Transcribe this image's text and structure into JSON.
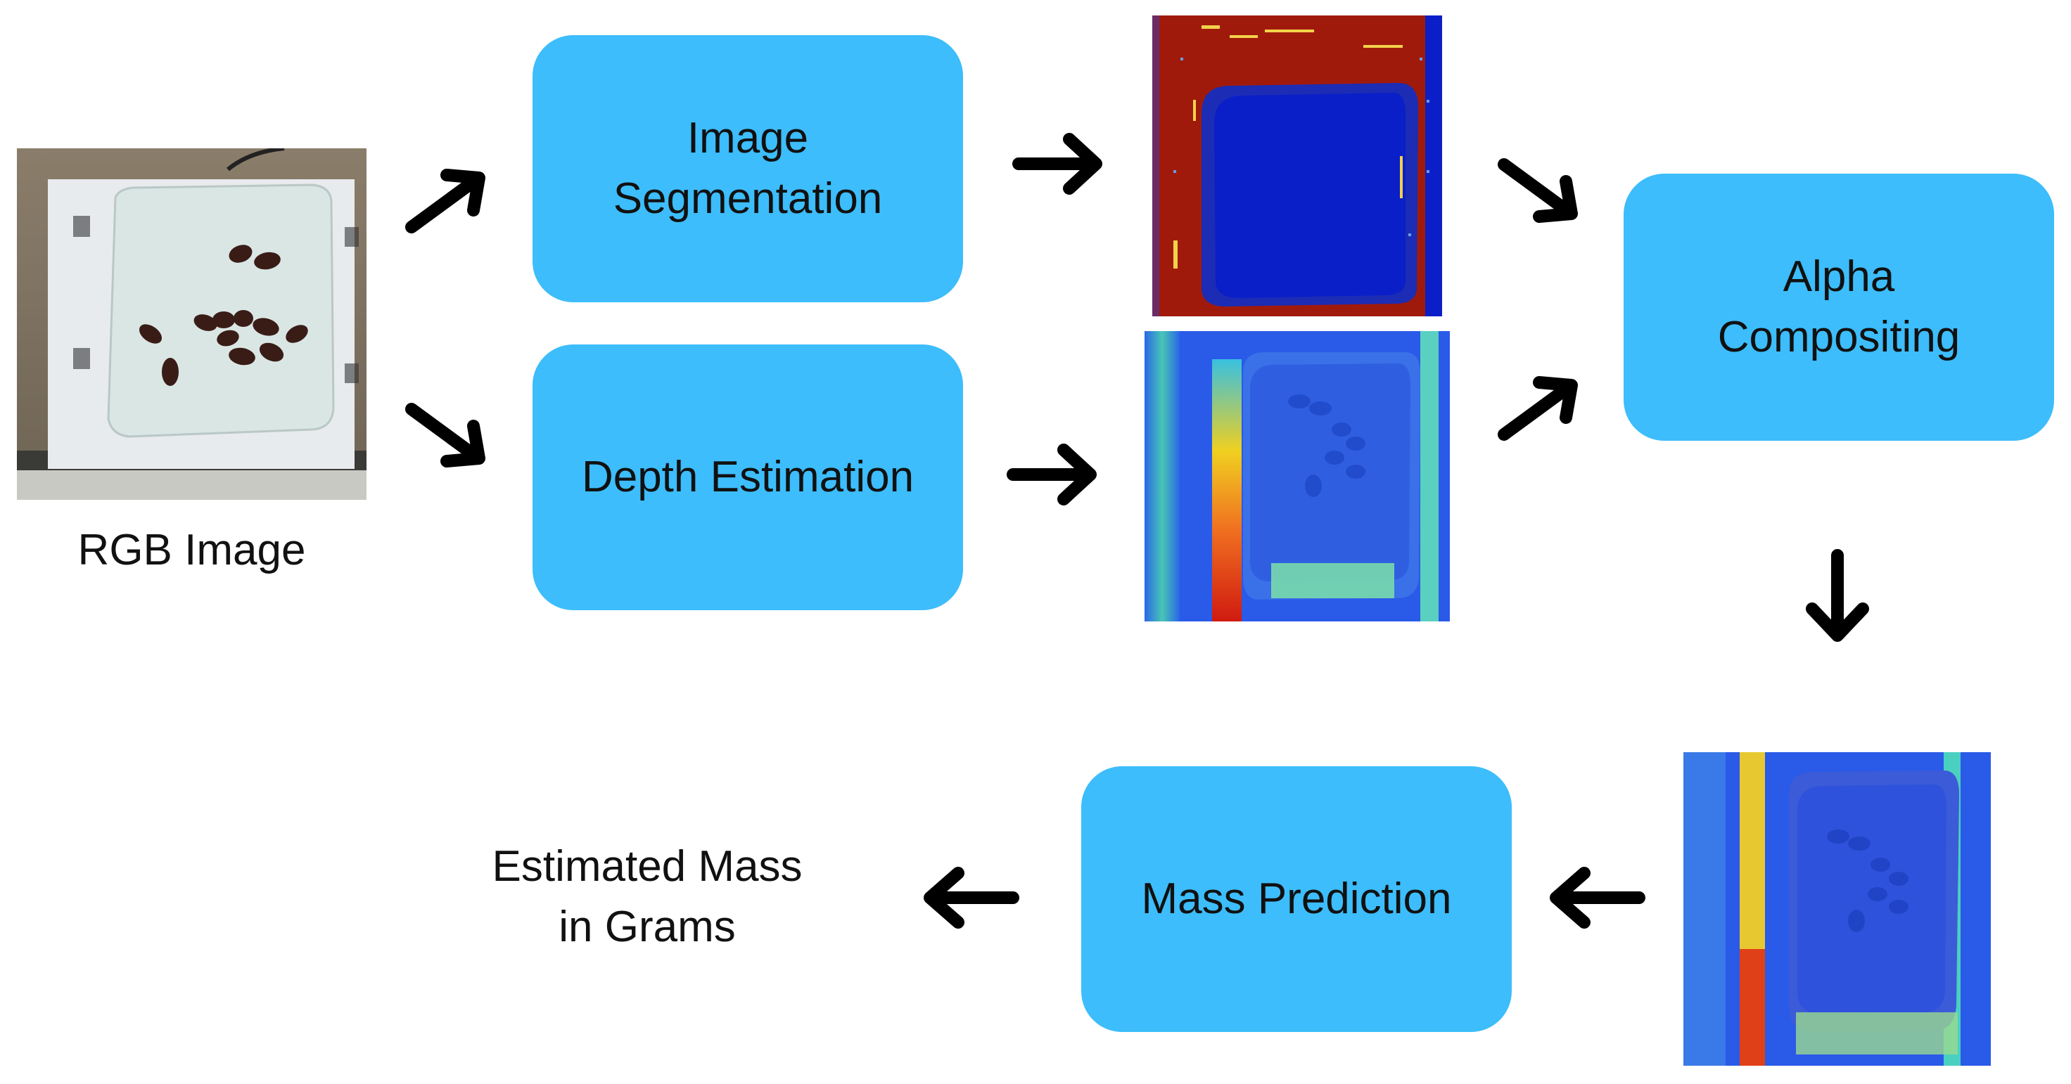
{
  "nodes": {
    "image_segmentation": "Image\nSegmentation",
    "depth_estimation": "Depth Estimation",
    "alpha_compositing": "Alpha\nCompositing",
    "mass_prediction": "Mass Prediction"
  },
  "captions": {
    "input": "RGB Image",
    "output": "Estimated Mass\nin Grams"
  },
  "colors": {
    "node_fill": "#3dbdfb",
    "arrow": "#000000",
    "seg_background": "#a01a0c",
    "seg_foreground": "#0a1fc8",
    "depth_base": "#2a5ae8"
  },
  "icons": [
    "arrow-right-icon",
    "arrow-up-right-icon",
    "arrow-down-right-icon",
    "arrow-down-icon",
    "arrow-left-icon"
  ]
}
